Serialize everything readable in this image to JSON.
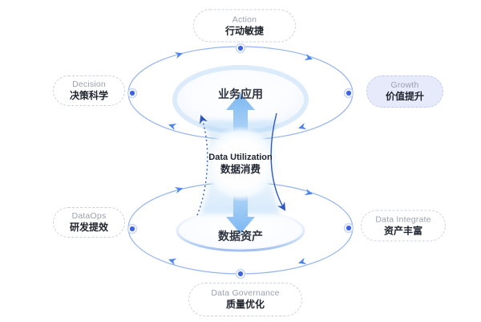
{
  "diagram": {
    "hub": {
      "en": "Data Utilization",
      "zh": "数据消费"
    },
    "top_ellipse_label": "业务应用",
    "bottom_ellipse_label": "数据资产",
    "pills": {
      "action": {
        "en": "Action",
        "zh": "行动敏捷"
      },
      "decision": {
        "en": "Decision",
        "zh": "决策科学"
      },
      "growth": {
        "en": "Growth",
        "zh": "价值提升"
      },
      "dataops": {
        "en": "DataOps",
        "zh": "研发提效"
      },
      "data_integrate": {
        "en": "Data Integrate",
        "zh": "资产丰富"
      },
      "data_governance": {
        "en": "Data Governance",
        "zh": "质量优化"
      }
    },
    "colors": {
      "node_blue": "#3D63E2",
      "orbit_blue": "#93B4F1",
      "orbit_arrow_blue": "#4D83F0",
      "flow_arrow_blue": "#8FC3F4",
      "curve_blue": "#2E57BE",
      "growth_pill_bg": "#E7EAFB",
      "label_gray": "#9AA1AD",
      "label_dark": "#21262E"
    }
  }
}
